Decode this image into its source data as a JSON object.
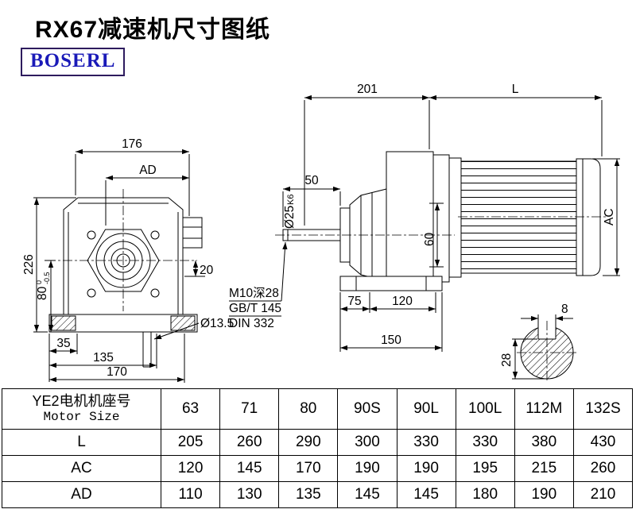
{
  "page": {
    "title": "RX67减速机尺寸图纸"
  },
  "logo": {
    "text": "BOSERL",
    "text_color": "#1a1ab8",
    "border_color": "#2d1b5e"
  },
  "front_view": {
    "dim_176": "176",
    "dim_ad": "AD",
    "dim_226": "226",
    "dim_80": "80",
    "dim_80_tol_upper": "0",
    "dim_80_tol_lower": "-0.5",
    "dim_20": "20",
    "dim_hole": "Ø13.5",
    "dim_35": "35",
    "dim_135": "135",
    "dim_170": "170"
  },
  "side_view": {
    "dim_201": "201",
    "dim_l": "L",
    "dim_50": "50",
    "shaft_dia": "Ø25",
    "shaft_fit": "K6",
    "dim_60": "60",
    "dim_ac": "AC",
    "thread_note_1": "M10深28",
    "thread_note_2": "GB/T 145",
    "thread_note_3": "DIN 332",
    "dim_75": "75",
    "dim_120": "120",
    "dim_150": "150"
  },
  "shaft_section": {
    "dim_8": "8",
    "dim_28": "28"
  },
  "table": {
    "header": {
      "line1": "YE2电机机座号",
      "line2": "Motor Size"
    },
    "sizes": [
      "63",
      "71",
      "80",
      "90S",
      "90L",
      "100L",
      "112M",
      "132S"
    ],
    "rows": [
      {
        "label": "L",
        "values": [
          "205",
          "260",
          "290",
          "300",
          "330",
          "330",
          "380",
          "430"
        ]
      },
      {
        "label": "AC",
        "values": [
          "120",
          "145",
          "170",
          "190",
          "190",
          "195",
          "215",
          "260"
        ]
      },
      {
        "label": "AD",
        "values": [
          "110",
          "130",
          "135",
          "145",
          "145",
          "180",
          "190",
          "210"
        ]
      }
    ]
  }
}
